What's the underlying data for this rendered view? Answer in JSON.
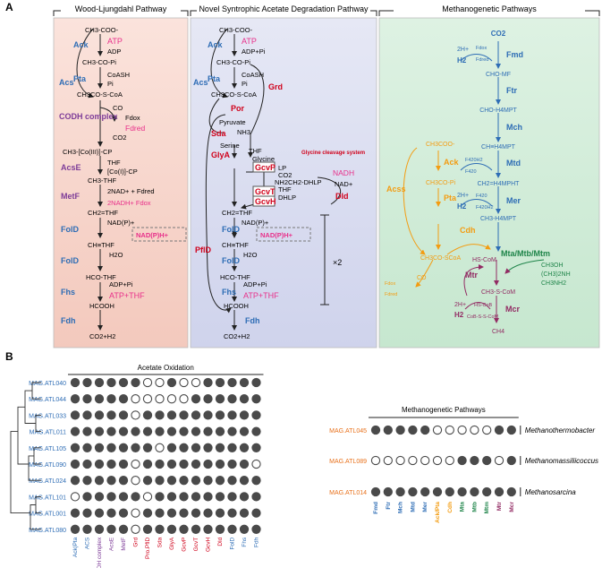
{
  "panelA": {
    "letter": "A",
    "headers": [
      "Wood-Ljungdahl  Pathway",
      "Novel Syntrophic Acetate Degradation Pathway",
      "Methanogenetic Pathways"
    ],
    "wood": {
      "m_acetate": "CH3-COO-",
      "e_ack": "Ack",
      "c_atp": "ATP",
      "c_adp": "ADP",
      "m_acetylp": "CH3-CO-Pi",
      "e_pta": "Pta",
      "c_coash": "CoASH",
      "c_pi": "Pi",
      "m_acetylcoa": "CH3CO-S-CoA",
      "e_acs": "Acs",
      "e_codh": "CODH complex",
      "c_co": "CO",
      "c_fdox": "Fdox",
      "c_fdred": "Fdred",
      "c_co2": "CO2",
      "m_ch3cp": "CH3-[Co(III)]-CP",
      "c_thf": "THF",
      "e_acse": "AcsE",
      "m_co1cp": "[Co(I)]-CP",
      "m_ch3thf": "CH3-THF",
      "e_metf": "MetF",
      "c_2nad": "2NAD+ + Fdred",
      "c_2nadh": "2NADH+ Fdox",
      "m_ch2thf": "CH2=THF",
      "c_nadp": "NAD(P)+",
      "e_fold1": "FolD",
      "c_nadph": "NAD(P)H+",
      "m_chthf": "CH≡THF",
      "c_h2o": "H2O",
      "e_fold2": "FolD",
      "m_hcothf": "HCO-THF",
      "c_adppi": "ADP+Pi",
      "e_fhs": "Fhs",
      "c_atpthf": "ATP+THF",
      "m_hcooh": "HCOOH",
      "e_fdh": "Fdh",
      "m_co2h2": "CO2+H2"
    },
    "synt": {
      "m_acetate": "CH3-COO-",
      "e_ack": "Ack",
      "c_atp": "ATP",
      "c_adppi": "ADP+Pi",
      "m_acetylp": "CH3-CO-Pi",
      "e_pta": "Pta",
      "c_coash": "CoASH",
      "c_pi": "Pi",
      "m_acetylcoa": "CH3CO-S-CoA",
      "e_acs": "Acs",
      "e_grd": "Grd",
      "e_por": "Por",
      "m_pyruvate": "Pyruvate",
      "e_sda": "Sda",
      "c_nh3": "NH3",
      "m_serine": "Serine",
      "c_thf": "THF",
      "m_glycine": "Glycine",
      "e_glya": "GlyA",
      "gcs_label": "Glycine cleavage system",
      "e_gcvp": "GcvP",
      "c_lp": "LP",
      "c_co2": "CO2",
      "c_nh2": "NH2CH2-DHLP",
      "e_gcvt": "GcvT",
      "c_thf2": "THF",
      "e_gcvh": "GcvH",
      "c_dhlp": "DHLP",
      "c_nadh": "NADH",
      "c_nad": "NAD+",
      "e_dld": "Dld",
      "e_pfld": "PflD",
      "m_ch2thf": "CH2=THF",
      "c_nadp": "NAD(P)+",
      "e_fold1": "FolD",
      "c_nadph": "NAD(P)H+",
      "m_chthf": "CH≡THF",
      "c_h2o": "H2O",
      "e_fold2": "FolD",
      "m_hcothf": "HCO-THF",
      "c_adppi2": "ADP+Pi",
      "e_fhs": "Fhs",
      "c_atpthf": "ATP+THF",
      "m_hcooh": "HCOOH",
      "e_fdh": "Fdh",
      "m_co2h2": "CO2+H2",
      "times2": "×2"
    },
    "meth": {
      "m_co2": "CO2",
      "c_2h": "2H+",
      "c_h2": "H2",
      "c_fdox": "Fdox",
      "c_fdred": "Fdred",
      "e_fmd": "Fmd",
      "m_chomf": "CHO-MF",
      "e_ftr": "Ftr",
      "m_chompt": "CHO-H4MPT",
      "e_mch": "Mch",
      "m_chhmpt": "CH≡H4MPT",
      "e_mtd": "Mtd",
      "c_f420h2": "F420H2",
      "c_f420": "F420",
      "m_ch2mpt": "CH2=H4MPHT",
      "e_mer": "Mer",
      "c_2h_b": "2H+",
      "c_h2_b": "H2",
      "c_f420_b": "F420",
      "c_f420h2_b": "F420H2",
      "m_ch3mpt": "CH3-H4MPT",
      "m_acetate": "CH3COO-",
      "e_ack": "Ack",
      "e_acss": "Acss",
      "m_acetylp": "CH3CO-Pi",
      "e_pta": "Pta",
      "e_cdh": "Cdh",
      "m_acetylcoa": "CH3CO-SCoA",
      "e_mta": "Mta/Mtb/Mtm",
      "c_methyl": "CH3OH",
      "c_methyl2": "(CH3)2NH",
      "c_methyl3": "CH3NH2",
      "c_hscom": "HS-CoM",
      "e_mtr": "Mtr",
      "m_ch3scom": "CH3-S-CoM",
      "c_co": "CO",
      "c_fdox2": "Fdox",
      "c_fdred2": "Fdred",
      "c_2h_c": "2H+",
      "c_h2_c": "H2",
      "c_hscob": "HS-CoB",
      "c_cobscom": "CoB-S-S-CoM",
      "e_mcr": "Mcr",
      "m_ch4": "CH4"
    }
  },
  "panelB": {
    "letter": "B",
    "acetate_title": "Acetate Oxidation",
    "acetate_mags": [
      "MAG.ATL040",
      "MAG.ATL044",
      "MAG.ATL033",
      "MAG.ATL011",
      "MAG.ATL105",
      "MAG.ATL090",
      "MAG.ATL024",
      "MAG.ATL101",
      "MAG.ATL001",
      "MAG.ATL080"
    ],
    "acetate_genes": [
      "Ack|Pta",
      "ACS",
      "CODH complex",
      "AcsE",
      "MetF",
      "Grd",
      "Pro.PflD",
      "Sda",
      "GlyA",
      "GcvP",
      "GcvT",
      "GcvH",
      "Dld",
      "FolD",
      "Fhs",
      "Fdh"
    ],
    "acetate_gene_colors": [
      "#2e6db5",
      "#2e6db5",
      "#7d3c98",
      "#7d3c98",
      "#7d3c98",
      "#d0021b",
      "#d0021b",
      "#d0021b",
      "#d0021b",
      "#d0021b",
      "#d0021b",
      "#d0021b",
      "#d0021b",
      "#2e6db5",
      "#2e6db5",
      "#2e6db5"
    ],
    "acetate_matrix": [
      [
        1,
        1,
        1,
        1,
        1,
        1,
        0,
        0,
        1,
        0,
        0,
        1,
        1,
        1,
        1,
        1
      ],
      [
        1,
        1,
        1,
        1,
        1,
        0,
        0,
        0,
        0,
        0,
        1,
        1,
        1,
        1,
        1,
        1
      ],
      [
        1,
        1,
        1,
        1,
        1,
        0,
        1,
        1,
        1,
        1,
        1,
        1,
        1,
        1,
        1,
        1
      ],
      [
        1,
        1,
        1,
        1,
        1,
        1,
        1,
        1,
        1,
        1,
        1,
        1,
        1,
        1,
        1,
        1
      ],
      [
        1,
        1,
        1,
        1,
        1,
        1,
        1,
        0,
        1,
        1,
        1,
        1,
        1,
        1,
        1,
        1
      ],
      [
        1,
        1,
        1,
        1,
        1,
        0,
        1,
        1,
        1,
        1,
        1,
        1,
        1,
        1,
        1,
        0
      ],
      [
        1,
        1,
        1,
        1,
        1,
        0,
        1,
        1,
        1,
        1,
        1,
        1,
        1,
        1,
        1,
        1
      ],
      [
        0,
        1,
        1,
        1,
        1,
        1,
        0,
        1,
        1,
        1,
        1,
        1,
        1,
        1,
        1,
        1
      ],
      [
        1,
        1,
        1,
        1,
        1,
        0,
        1,
        1,
        1,
        1,
        1,
        1,
        1,
        1,
        1,
        1
      ],
      [
        1,
        1,
        1,
        1,
        1,
        0,
        1,
        1,
        1,
        1,
        1,
        1,
        1,
        1,
        1,
        1
      ]
    ],
    "meth_title": "Methanogenetic Pathways",
    "meth_mags": [
      "MAG.ATL045",
      "MAG.ATL089",
      "MAG.ATL014"
    ],
    "meth_taxa": [
      "Methanothermobacter",
      "Methanomassiliicoccus",
      "Methanosarcina"
    ],
    "meth_genes": [
      "Fmd",
      "Ftr",
      "Mch",
      "Mtd",
      "Mer",
      "Ack/Pta",
      "Cdh",
      "Mta",
      "Mtb",
      "Mtm",
      "Mtr",
      "Mcr"
    ],
    "meth_gene_colors": [
      "#2e6db5",
      "#2e6db5",
      "#2e6db5",
      "#2e6db5",
      "#2e6db5",
      "#f39c12",
      "#f39c12",
      "#1e8449",
      "#1e8449",
      "#1e8449",
      "#922b63",
      "#922b63"
    ],
    "meth_matrix": [
      [
        1,
        1,
        1,
        1,
        1,
        0,
        0,
        0,
        0,
        0,
        1,
        1
      ],
      [
        0,
        0,
        0,
        0,
        0,
        0,
        0,
        1,
        1,
        1,
        0,
        1
      ],
      [
        1,
        1,
        1,
        1,
        1,
        1,
        1,
        1,
        1,
        1,
        1,
        1
      ]
    ],
    "colors": {
      "mag_acetate": "#2e6db5",
      "mag_meth": "#e8701a",
      "dot": "#4a4a4a"
    }
  }
}
